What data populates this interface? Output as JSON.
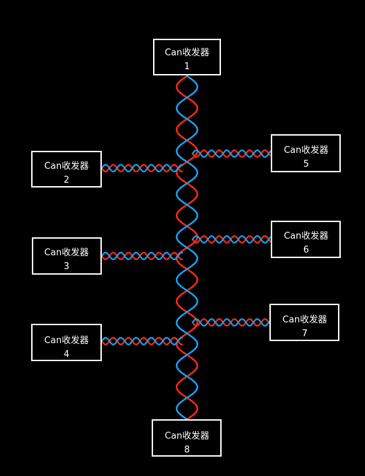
{
  "colors": {
    "background": "#000000",
    "box_fill": "#000000",
    "box_stroke": "#ffffff",
    "text": "#ffffff",
    "wire_red": "#ff2a10",
    "wire_blue": "#1aa0f0"
  },
  "nodes": [
    {
      "id": "1",
      "title": "Can收发器",
      "number": "1"
    },
    {
      "id": "2",
      "title": "Can收发器",
      "number": "2"
    },
    {
      "id": "3",
      "title": "Can收发器",
      "number": "3"
    },
    {
      "id": "4",
      "title": "Can收发器",
      "number": "4"
    },
    {
      "id": "5",
      "title": "Can收发器",
      "number": "5"
    },
    {
      "id": "6",
      "title": "Can收发器",
      "number": "6"
    },
    {
      "id": "7",
      "title": "Can收发器",
      "number": "7"
    },
    {
      "id": "8",
      "title": "Can收发器",
      "number": "8"
    }
  ],
  "connections": [
    {
      "from": "1",
      "to": "8",
      "kind": "twisted-pair-trunk"
    },
    {
      "from": "2",
      "to": "trunk",
      "kind": "twisted-pair-stub"
    },
    {
      "from": "3",
      "to": "trunk",
      "kind": "twisted-pair-stub"
    },
    {
      "from": "4",
      "to": "trunk",
      "kind": "twisted-pair-stub"
    },
    {
      "from": "5",
      "to": "trunk",
      "kind": "twisted-pair-stub"
    },
    {
      "from": "6",
      "to": "trunk",
      "kind": "twisted-pair-stub"
    },
    {
      "from": "7",
      "to": "trunk",
      "kind": "twisted-pair-stub"
    }
  ]
}
